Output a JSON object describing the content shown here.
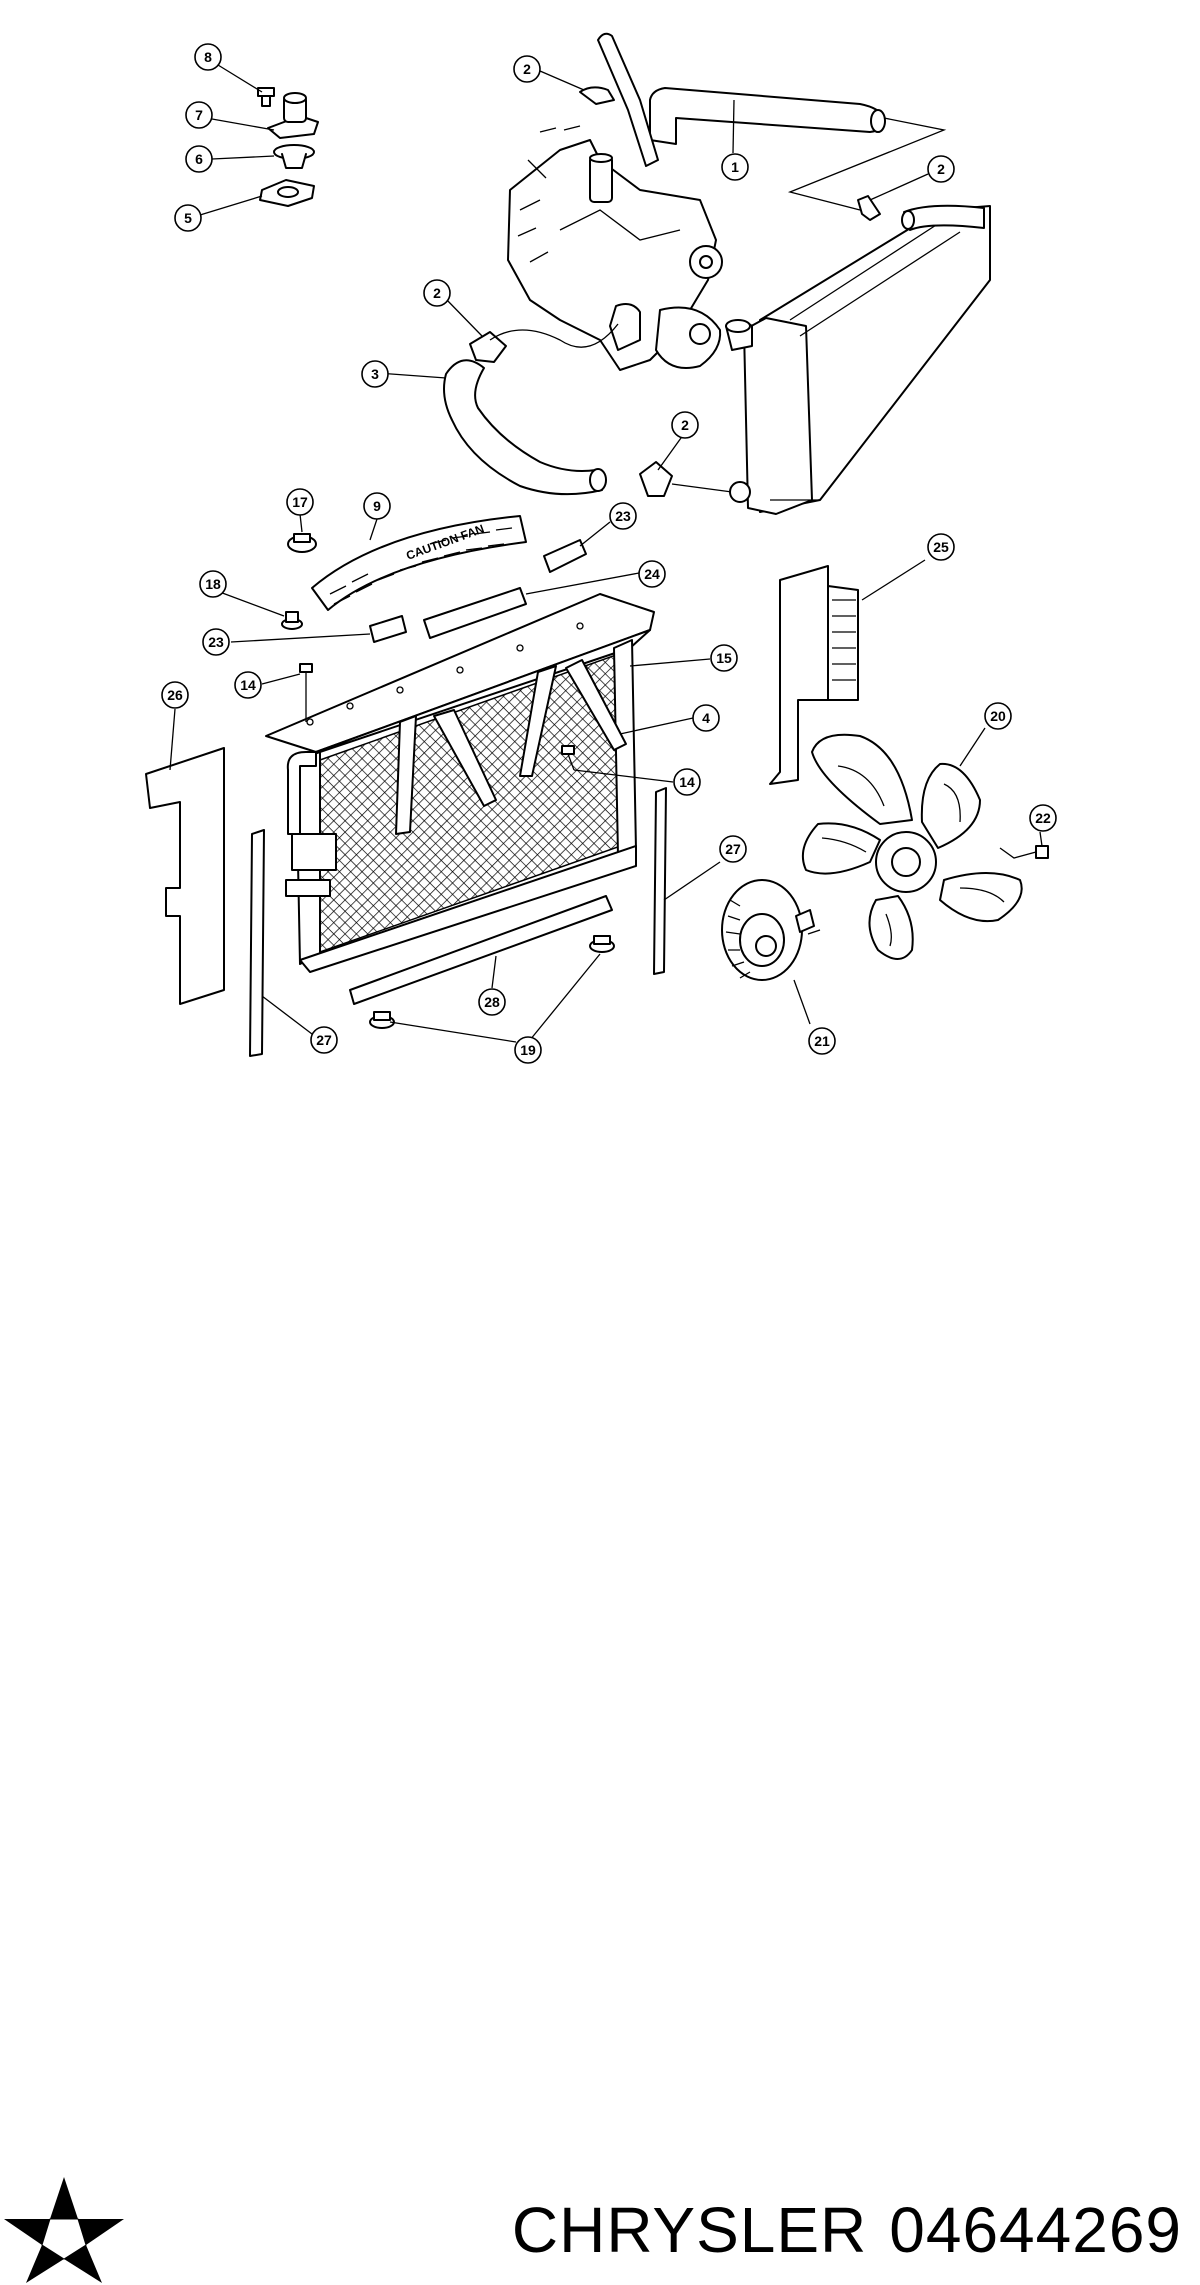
{
  "diagram": {
    "callouts": [
      "1",
      "2",
      "2",
      "2",
      "2",
      "3",
      "4",
      "5",
      "6",
      "7",
      "8",
      "9",
      "14",
      "14",
      "15",
      "17",
      "18",
      "19",
      "20",
      "21",
      "22",
      "23",
      "23",
      "24",
      "25",
      "26",
      "27",
      "27",
      "28"
    ],
    "label_text": "CAUTION FAN"
  },
  "footer": {
    "brand": "CHRYSLER",
    "part_number": "04644269",
    "logo_icon": "pentastar-icon"
  }
}
